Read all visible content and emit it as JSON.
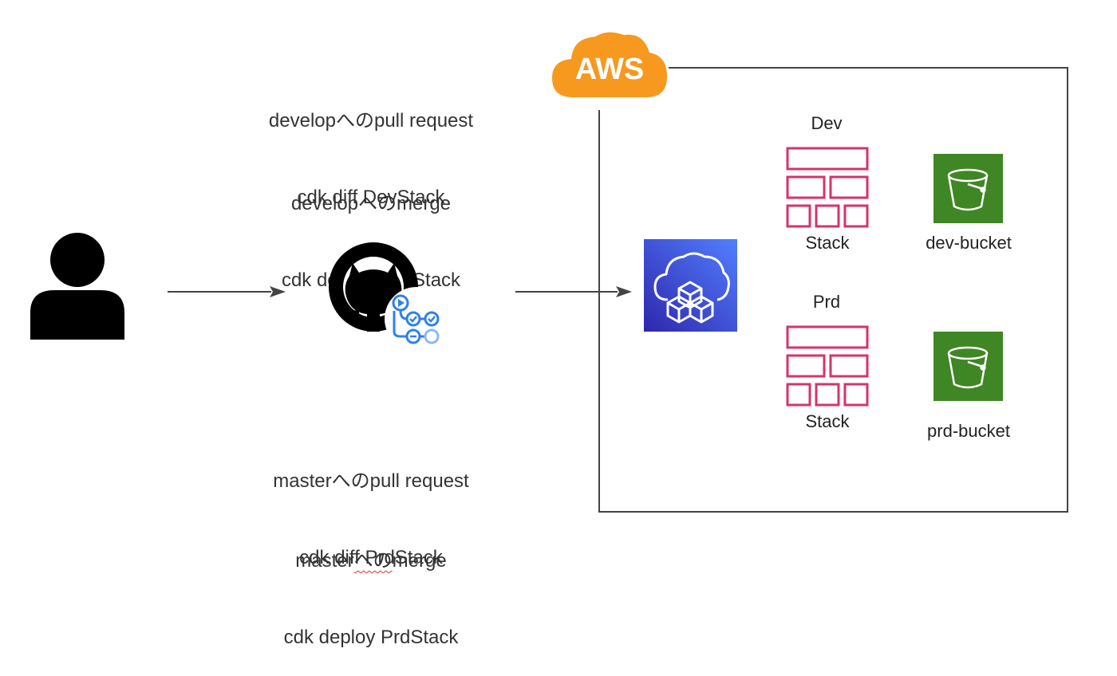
{
  "notes": {
    "develop_pr": {
      "line1": "developへのpull request",
      "line2": "cdk diff DevStack"
    },
    "develop_merge": {
      "line1": "developへのmerge",
      "line2": "cdk deploy DevStack"
    },
    "master_pr": {
      "line1": "masterへのpull request",
      "line2": "cdk diff PrdStack"
    },
    "master_merge": {
      "line1_a": "master",
      "line1_b": "への",
      "line1_c": "merge",
      "line2": "cdk deploy PrdStack"
    }
  },
  "aws": {
    "logo_text": "AWS"
  },
  "env_labels": {
    "dev": "Dev",
    "prd": "Prd"
  },
  "stack_labels": {
    "dev": "Stack",
    "prd": "Stack"
  },
  "bucket_labels": {
    "dev": "dev-bucket",
    "prd": "prd-bucket"
  },
  "icons": [
    "user-icon",
    "github-actions-icon",
    "cloudformation-icon",
    "stack-icon",
    "s3-bucket-icon",
    "aws-cloud-icon"
  ],
  "colors": {
    "aws_orange": "#f7981f",
    "stack_pink": "#d6336c",
    "s3_green": "#3f8624",
    "cloudformation_blue": "#3b48cc",
    "actions_blue": "#2f80ed"
  }
}
